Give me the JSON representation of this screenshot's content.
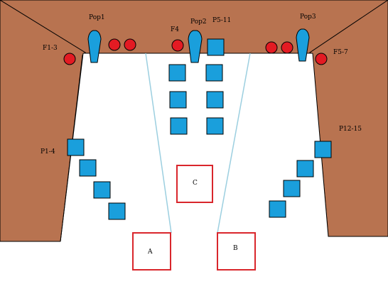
{
  "colors": {
    "wall": "#b87350",
    "target": "#1a9fdc",
    "flag": "#e31b23",
    "zone_border": "#d9262c",
    "sight_line": "#9ccfe0",
    "outline": "#000000"
  },
  "labels": {
    "pop1": "Pop1",
    "pop2": "Pop2",
    "pop3": "Pop3",
    "f1_3": "F1-3",
    "f4": "F4",
    "f5_7": "F5-7",
    "p1_4": "P1-4",
    "p5_11": "P5-11",
    "p12_15": "P12-15",
    "zone_a": "A",
    "zone_b": "B",
    "zone_c": "C"
  }
}
